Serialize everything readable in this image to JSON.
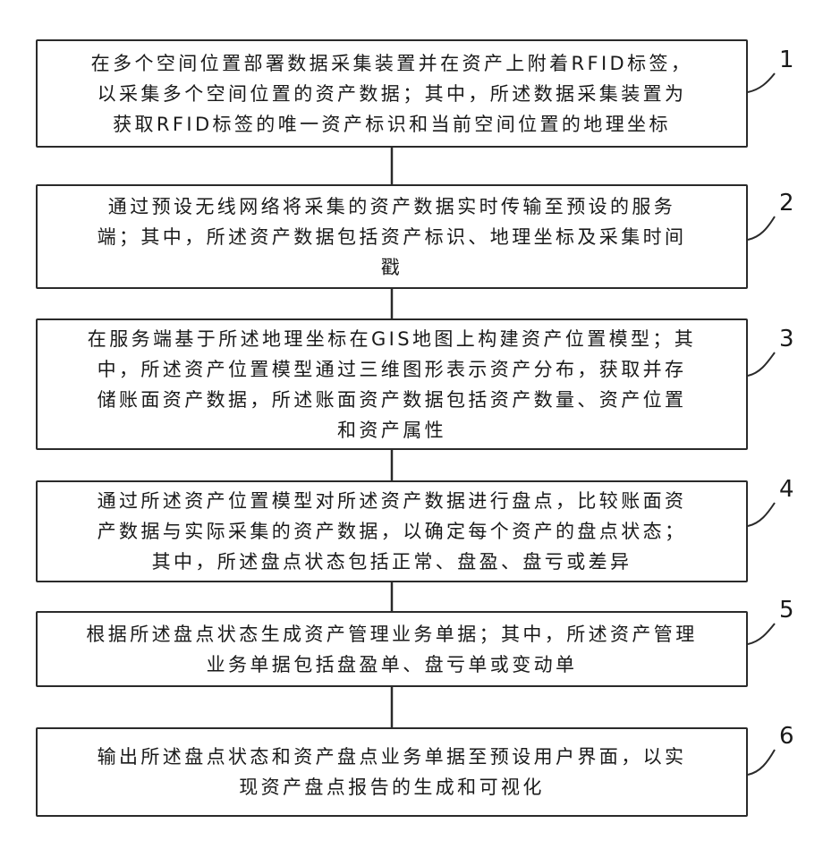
{
  "steps": [
    {
      "number": "1",
      "lines": [
        "在多个空间位置部署数据采集装置并在资产上附着RFID标签，",
        "以采集多个空间位置的资产数据；其中，所述数据采集装置为",
        "获取RFID标签的唯一资产标识和当前空间位置的地理坐标"
      ]
    },
    {
      "number": "2",
      "lines": [
        "通过预设无线网络将采集的资产数据实时传输至预设的服务",
        "端；其中，所述资产数据包括资产标识、地理坐标及采集时间",
        "戳"
      ]
    },
    {
      "number": "3",
      "lines": [
        "在服务端基于所述地理坐标在GIS地图上构建资产位置模型；其",
        "中，所述资产位置模型通过三维图形表示资产分布，获取并存",
        "储账面资产数据，所述账面资产数据包括资产数量、资产位置",
        "和资产属性"
      ]
    },
    {
      "number": "4",
      "lines": [
        "通过所述资产位置模型对所述资产数据进行盘点，比较账面资",
        "产数据与实际采集的资产数据，以确定每个资产的盘点状态；",
        "其中，所述盘点状态包括正常、盘盈、盘亏或差异"
      ]
    },
    {
      "number": "5",
      "lines": [
        "根据所述盘点状态生成资产管理业务单据；其中，所述资产管理",
        "业务单据包括盘盈单、盘亏单或变动单"
      ]
    },
    {
      "number": "6",
      "lines": [
        "输出所述盘点状态和资产盘点业务单据至预设用户界面，以实",
        "现资产盘点报告的生成和可视化"
      ]
    }
  ]
}
